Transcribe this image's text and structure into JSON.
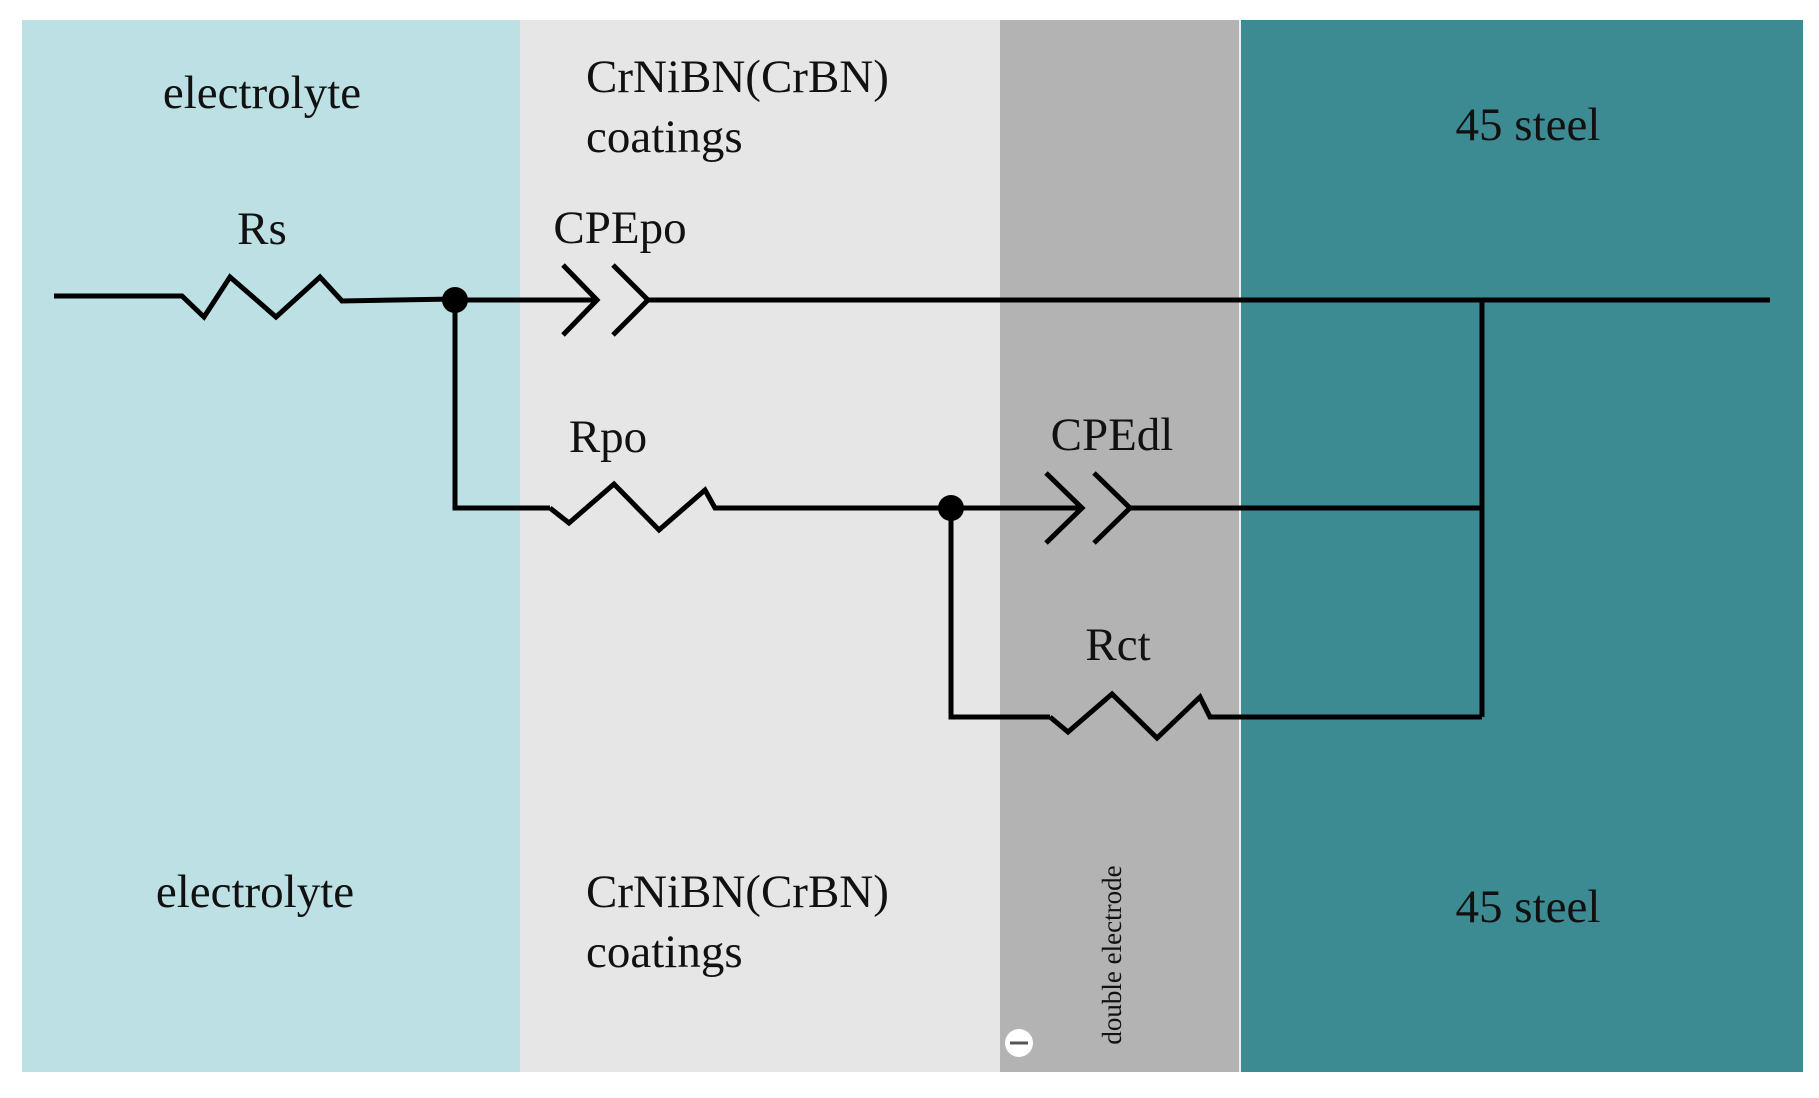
{
  "regions": {
    "electrolyte": {
      "top_label": "electrolyte",
      "bottom_label": "electrolyte",
      "color": "#bce0e4"
    },
    "coating": {
      "top_label_line1": "CrNiBN(CrBN)",
      "top_label_line2": "coatings",
      "bottom_label_line1": "CrNiBN(CrBN)",
      "bottom_label_line2": "coatings",
      "color": "#e6e6e6"
    },
    "double_layer": {
      "label": "double electrode",
      "color": "#b3b3b3",
      "minus_symbol": "−"
    },
    "steel": {
      "top_label": "45 steel",
      "bottom_label": "45 steel",
      "color": "#3c8a92"
    }
  },
  "components": {
    "rs": "Rs",
    "cpe_po": "CPEpo",
    "r_po": "Rpo",
    "cpe_dl": "CPEdl",
    "r_ct": "Rct"
  },
  "colors": {
    "wire": "#000000",
    "border": "#ffffff"
  }
}
